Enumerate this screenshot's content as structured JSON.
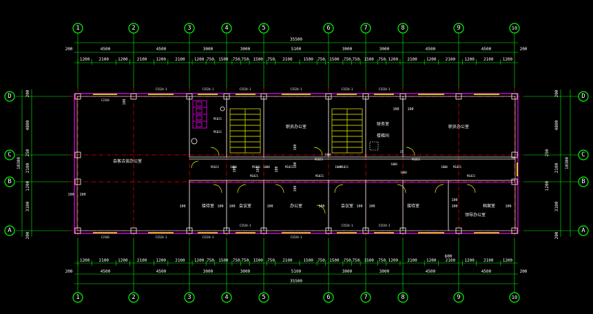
{
  "axes": {
    "vertical": [
      "1",
      "2",
      "3",
      "4",
      "5",
      "6",
      "7",
      "8",
      "9",
      "10"
    ],
    "horizontal": [
      "A",
      "B",
      "C",
      "D"
    ]
  },
  "dims": {
    "total": "35500",
    "bays": [
      "4500",
      "4500",
      "3000",
      "3000",
      "5100",
      "3000",
      "3000",
      "4500",
      "4500"
    ],
    "detail": [
      "1200",
      "2100",
      "1200",
      "2100",
      "1200",
      "2100",
      "1200",
      "750",
      "1500",
      "750",
      "750",
      "1500",
      "750",
      "2100",
      "1500",
      "750",
      "1500",
      "750",
      "750",
      "1500",
      "750",
      "1200",
      "2100",
      "1200",
      "2100",
      "1200",
      "2100",
      "1200"
    ],
    "end_left": "200",
    "end_right": "200",
    "left": {
      "d1": "200",
      "d2": "4800",
      "d3": "250",
      "d4": "2100",
      "d5": "1200",
      "d6": "3100",
      "d7": "200",
      "total": "10300"
    },
    "right": {
      "d1": "200",
      "d2": "4800",
      "d3": "250",
      "d4": "2100",
      "d5": "1200",
      "d6": "3100",
      "d7": "200",
      "total": "10300"
    },
    "bottom_extra": "600"
  },
  "rooms": {
    "big_office": "会客洽谈办公室",
    "office_a": "职员办公室",
    "office_b": "财务室",
    "office_c": "职员办公室",
    "s1": "接待室",
    "s2": "会议室",
    "s3": "办公室",
    "s4": "会议室",
    "s5": "接待室",
    "s6": "档案室",
    "s7": "领导办公室",
    "note": "楼梯间"
  },
  "wall_labels": [
    "100",
    "100",
    "100",
    "100",
    "100",
    "100",
    "100",
    "100",
    "100",
    "100",
    "100",
    "100",
    "100",
    "100",
    "100",
    "100",
    "100",
    "100",
    "100",
    "100",
    "100"
  ],
  "windows": {
    "top": [
      "C2101",
      "C1524-1",
      "C1524-1",
      "C1524-1",
      "C1524-1",
      "C1524-1",
      "C1524-1"
    ],
    "bottom": [
      "C2101",
      "C1524-1",
      "C1524-1",
      "C1524-1",
      "C1524-1",
      "C1524-1",
      "C1524-1"
    ]
  },
  "doors": [
    "M1021",
    "M1021",
    "M1021",
    "M1021",
    "M1021",
    "M1021",
    "M1021",
    "M1021",
    "M1021",
    "M1021",
    "M1021",
    "M1021"
  ],
  "misc": {
    "d_a": "1000",
    "d_b": "1000",
    "d_c": "1000",
    "d_d": "1000",
    "d_e": "1000",
    "d_f": "1000",
    "d_g": "1000",
    "mark": "15"
  }
}
